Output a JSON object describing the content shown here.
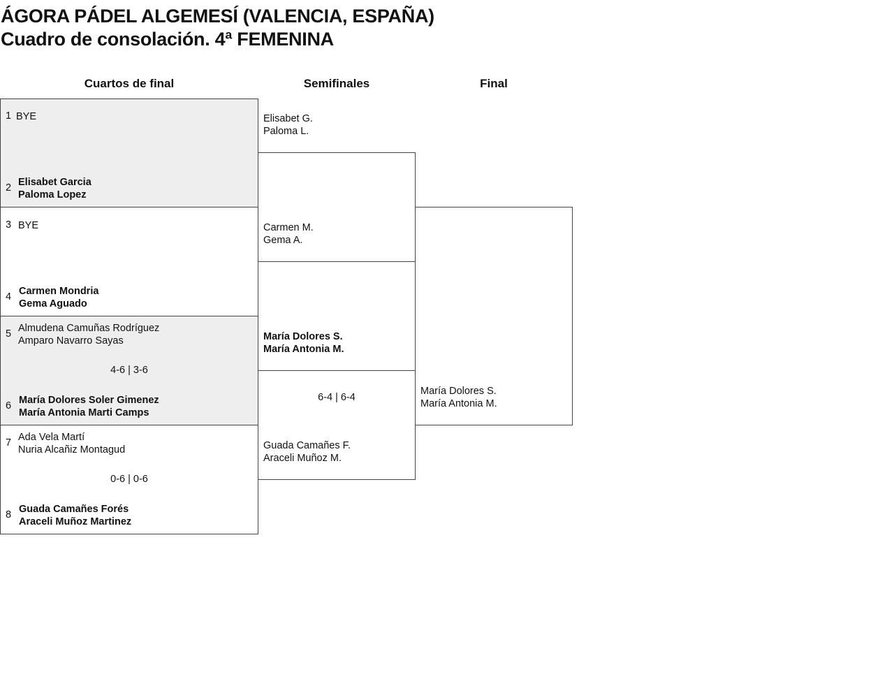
{
  "title": "ÁGORA PÁDEL ALGEMESÍ (VALENCIA, ESPAÑA)",
  "subtitle": "Cuadro de consolación. 4ª FEMENINA",
  "rounds": [
    "Cuartos de final",
    "Semifinales",
    "Final"
  ],
  "quarterfinals": [
    {
      "seed1": "1",
      "team1": [
        "BYE"
      ],
      "seed2": "2",
      "team2": [
        "Elisabet Garcia",
        "Paloma Lopez"
      ],
      "score": ""
    },
    {
      "seed1": "3",
      "team1": [
        "BYE"
      ],
      "seed2": "4",
      "team2": [
        "Carmen Mondria",
        "Gema Aguado"
      ],
      "score": ""
    },
    {
      "seed1": "5",
      "team1": [
        "Almudena Camuñas Rodríguez",
        "Amparo Navarro Sayas"
      ],
      "seed2": "6",
      "team2": [
        "María Dolores Soler Gimenez",
        "María Antonia Marti Camps"
      ],
      "score": "4-6 | 3-6"
    },
    {
      "seed1": "7",
      "team1": [
        "Ada Vela Martí",
        "Nuria Alcañiz Montagud"
      ],
      "seed2": "8",
      "team2": [
        "Guada Camañes Forés",
        "Araceli Muñoz Martinez"
      ],
      "score": "0-6 | 0-6"
    }
  ],
  "semifinals": [
    {
      "team1": [
        "Elisabet G.",
        "Paloma L."
      ],
      "team2": [
        "Carmen M.",
        "Gema A."
      ],
      "score": ""
    },
    {
      "team1": [
        "María Dolores S.",
        "María Antonia M."
      ],
      "team2": [
        "Guada Camañes F.",
        "Araceli Muñoz M."
      ],
      "score": "6-4 | 6-4"
    }
  ],
  "final": {
    "team1": [
      "María Dolores S.",
      "María Antonia M."
    ]
  }
}
